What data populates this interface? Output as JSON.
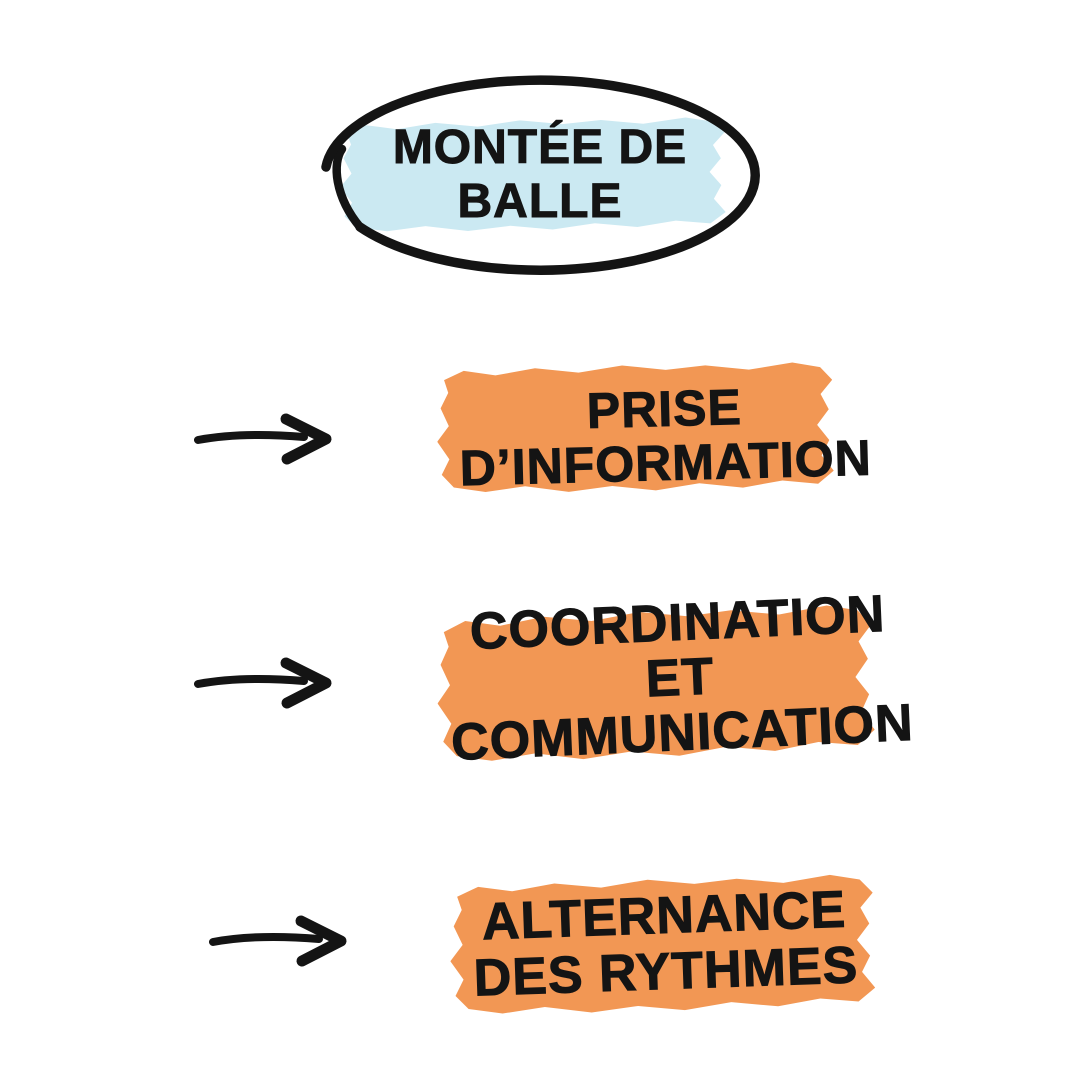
{
  "page": {
    "language": "fr",
    "background_color": "#ffffff"
  },
  "title": {
    "text_lines": [
      "MONTÉE DE",
      "BALLE"
    ],
    "highlight_color": "#cbe9f2",
    "outline_color": "#141414"
  },
  "items": [
    {
      "icon": "right-arrow",
      "highlight_color": "#f29754",
      "text_lines": [
        "PRISE",
        "D’INFORMATION"
      ]
    },
    {
      "icon": "right-arrow",
      "highlight_color": "#f29754",
      "text_lines": [
        "COORDINATION",
        "ET",
        "COMMUNICATION"
      ]
    },
    {
      "icon": "right-arrow",
      "highlight_color": "#f29754",
      "text_lines": [
        "ALTERNANCE",
        "DES RYTHMES"
      ]
    }
  ],
  "colors": {
    "ink": "#141414",
    "orange_highlight": "#f29754",
    "blue_highlight": "#cbe9f2"
  }
}
